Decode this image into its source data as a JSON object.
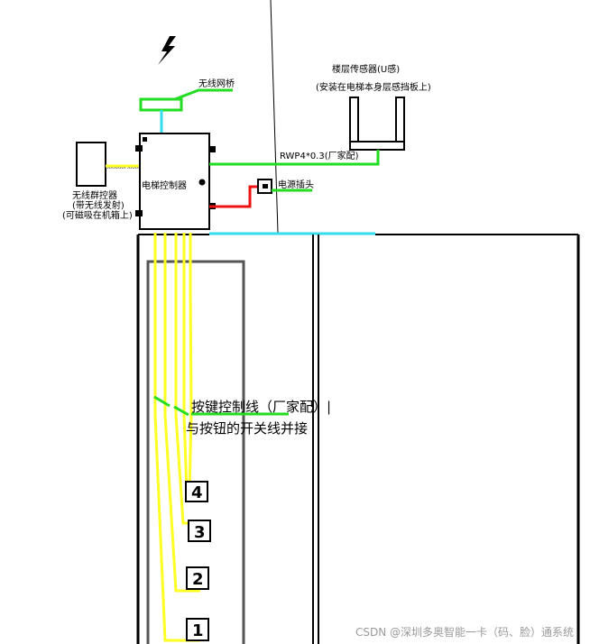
{
  "labels": {
    "wireless_bridge": "无线网桥",
    "floor_sensor_title": "楼层传感器(U感)",
    "floor_sensor_note": "(安装在电梯本身层感挡板上)",
    "cable_spec": "RWP4*0.3(厂家配)",
    "controller": "电梯控制器",
    "power_plug": "电源插头",
    "group_controller_line1": "无线群控器",
    "group_controller_line2": "(带无线发射)",
    "group_controller_line3": "(可磁吸在机箱上)",
    "group_controller_tiny": "XXXXXX XXXXXX XXXX",
    "button_wire_line1": "按键控制线（厂家配）|",
    "button_wire_line2": "与按钮的开关线并接"
  },
  "floors": [
    "4",
    "3",
    "2",
    "1"
  ],
  "watermark": "CSDN @深圳多奥智能一卡（码、脸）通系统",
  "colors": {
    "green": "#22dd22",
    "cyan": "#33ddee",
    "yellow": "#ffff22",
    "red": "#ee1111",
    "line": "#000000",
    "car_outline": "#555555"
  }
}
